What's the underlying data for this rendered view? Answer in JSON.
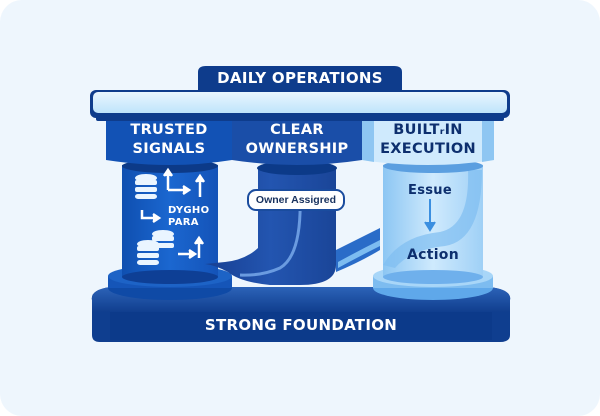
{
  "diagram": {
    "title": "DAILY OPERATIONS",
    "foundation": "STRONG FOUNDATION",
    "pillars": [
      {
        "id": "trusted-signals",
        "line1": "TRUSTED",
        "line2": "SIGNALS",
        "inner_text_line1": "DYGHO",
        "inner_text_line2": "PARA",
        "icons": [
          "database-icon",
          "arrow-up-right-icon",
          "arrow-up-icon",
          "arrow-turn-right-icon",
          "database-stack-icon",
          "arrow-right-up-icon"
        ]
      },
      {
        "id": "clear-ownership",
        "line1": "CLEAR",
        "line2": "OWNERSHIP",
        "badge": "Owner Assigred"
      },
      {
        "id": "built-in-execution",
        "line1": "BUILTᵣIN",
        "line2": "EXECUTION",
        "flow_from": "Essue",
        "flow_to": "Action"
      }
    ],
    "colors": {
      "background": "#eef6fd",
      "navy": "#0e3c8c",
      "blue": "#1a5fc4",
      "light_blue": "#bfe3fb",
      "pale_blue": "#d8effd"
    }
  }
}
